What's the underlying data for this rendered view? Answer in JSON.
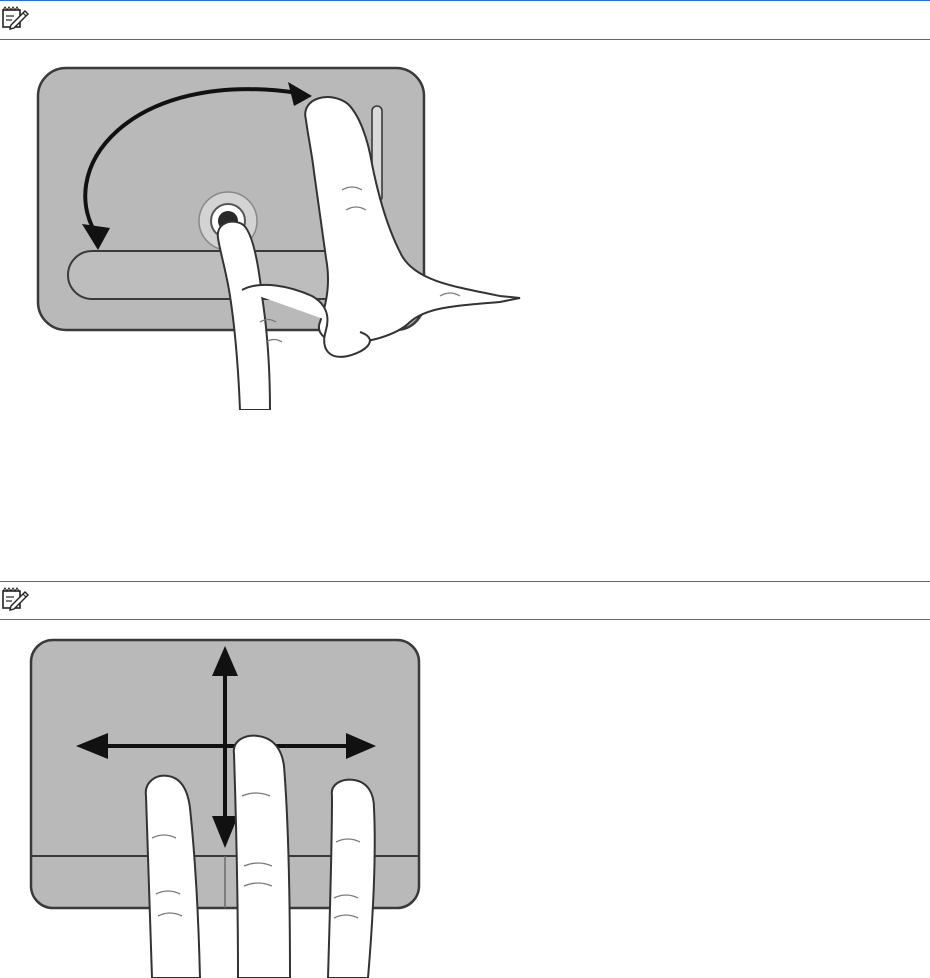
{
  "colors": {
    "rule": "#2a6fd6",
    "pad_fill": "#b9b9b9",
    "pad_stroke": "#3a3a3a",
    "arrow": "#111111",
    "skin": "#ffffff",
    "skin_stroke": "#333333"
  },
  "icons": {
    "note": "note-pencil-icon"
  },
  "figures": [
    {
      "name": "rotate-gesture-illustration",
      "gesture": "rotate"
    },
    {
      "name": "three-finger-flick-illustration",
      "gesture": "flick"
    }
  ]
}
